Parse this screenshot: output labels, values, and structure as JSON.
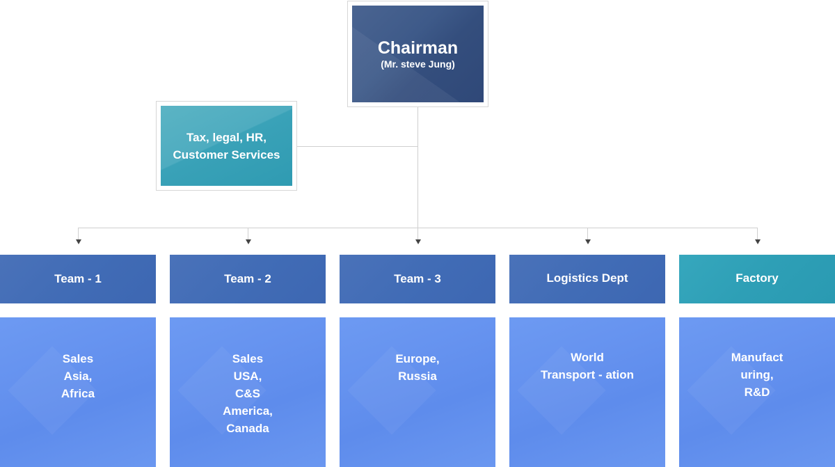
{
  "chairman": {
    "title": "Chairman",
    "subtitle": "(Mr. steve Jung)"
  },
  "staff": {
    "label": "Tax, legal, HR,\nCustomer Services"
  },
  "units": [
    {
      "head": "Team - 1",
      "body": "Sales\nAsia,\nAfrica",
      "accent": "#416cb6"
    },
    {
      "head": "Team - 2",
      "body": "Sales\nUSA,\nC&S\nAmerica,\nCanada",
      "accent": "#416cb6"
    },
    {
      "head": "Team - 3",
      "body": "Europe,\nRussia",
      "accent": "#416cb6"
    },
    {
      "head": "Logistics Dept",
      "body": "World\nTransport - ation",
      "accent": "#416cb6"
    },
    {
      "head": "Factory",
      "body": "Manufact\nuring,\nR&D",
      "accent": "#2e9fb6"
    }
  ],
  "colors": {
    "chairman": "#3e5a89",
    "staff": "#3aa2b8",
    "team_head": "#416cb6",
    "factory_head": "#2e9fb6",
    "body": "#6592ef",
    "connector": "#cfcfcf"
  }
}
